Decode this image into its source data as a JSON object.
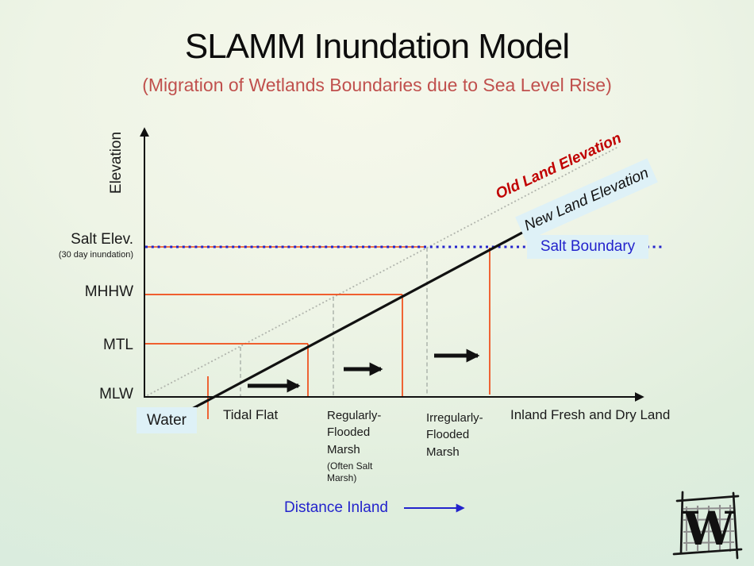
{
  "slide": {
    "title": "SLAMM Inundation Model",
    "subtitle": "(Migration of Wetlands Boundaries due to Sea Level Rise)"
  },
  "axes": {
    "y_label": "Elevation",
    "ticks": {
      "salt_elev": "Salt Elev.",
      "salt_elev_note": "(30 day inundation)",
      "mhhw": "MHHW",
      "mtl": "MTL",
      "mlw": "MLW"
    }
  },
  "lines": {
    "old_land_label": "Old Land Elevation",
    "new_land_label": "New Land Elevation",
    "salt_boundary_label": "Salt Boundary"
  },
  "zones": {
    "water": "Water",
    "tidal_flat": "Tidal Flat",
    "regularly_flooded": "Regularly-\nFlooded\nMarsh",
    "regularly_flooded_note": "(Often Salt\nMarsh)",
    "irregularly_flooded": "Irregularly-\nFlooded\nMarsh",
    "inland": "Inland Fresh and Dry Land"
  },
  "footer": {
    "distance_inland": "Distance Inland"
  },
  "logo": {
    "letter": "W"
  },
  "colors": {
    "subtitle_red": "#C0504D",
    "old_land_text_red": "#C00000",
    "blue_accent": "#2323CC",
    "construction_orange_red": "#F04A15",
    "label_box_light_blue": "#DEF1F7",
    "dashed_gray": "#A8B0A8",
    "dotted_gray": "#B2B6AE"
  }
}
